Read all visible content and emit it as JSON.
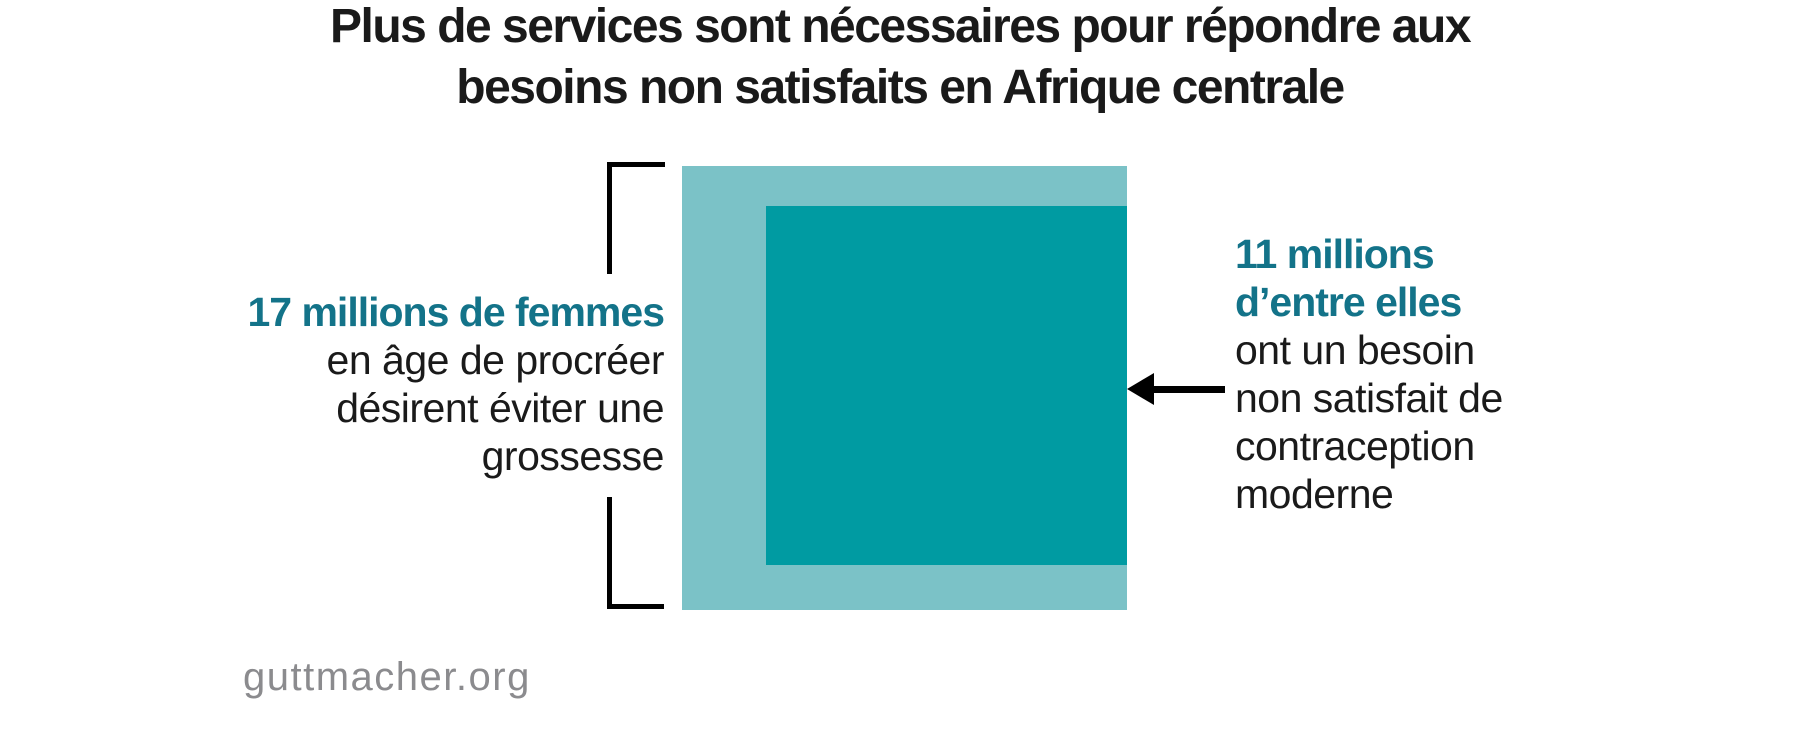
{
  "title": {
    "line1": "Plus de services sont nécessaires pour répondre aux",
    "line2": "besoins non satisfaits en Afrique centrale"
  },
  "left_callout": {
    "headline": "17 millions de femmes",
    "lines": [
      "en âge de procréer",
      "désirent éviter une",
      "grossesse"
    ]
  },
  "right_callout": {
    "headline_lines": [
      "11 millions",
      "d’entre elles"
    ],
    "lines": [
      "ont un besoin",
      "non satisfait de",
      "contraception",
      "moderne"
    ]
  },
  "footer": {
    "website": "guttmacher.org"
  },
  "colors": {
    "outer_square": "#7bc2c7",
    "inner_square": "#009ba2",
    "headline_teal": "#137389",
    "text_black": "#1a1a1a",
    "footer_gray": "#8b8b8e",
    "annotation_black": "#000000"
  },
  "chart_data": {
    "type": "area",
    "subtype": "nested-proportional-squares",
    "title": "Plus de services sont nécessaires pour répondre aux besoins non satisfaits en Afrique centrale",
    "unit": "millions",
    "series": [
      {
        "name": "17 millions de femmes en âge de procréer désirent éviter une grossesse",
        "value": 17,
        "color": "#7bc2c7"
      },
      {
        "name": "11 millions d’entre elles ont un besoin non satisfait de contraception moderne",
        "value": 11,
        "color": "#009ba2"
      }
    ],
    "annotations": [
      {
        "target": "outer-square",
        "marker": "bracket",
        "label": "17 millions de femmes en âge de procréer désirent éviter une grossesse"
      },
      {
        "target": "inner-square",
        "marker": "arrow-left",
        "label": "11 millions d’entre elles ont un besoin non satisfait de contraception moderne"
      }
    ],
    "source": "guttmacher.org",
    "legend_position": "none",
    "grid": false
  }
}
